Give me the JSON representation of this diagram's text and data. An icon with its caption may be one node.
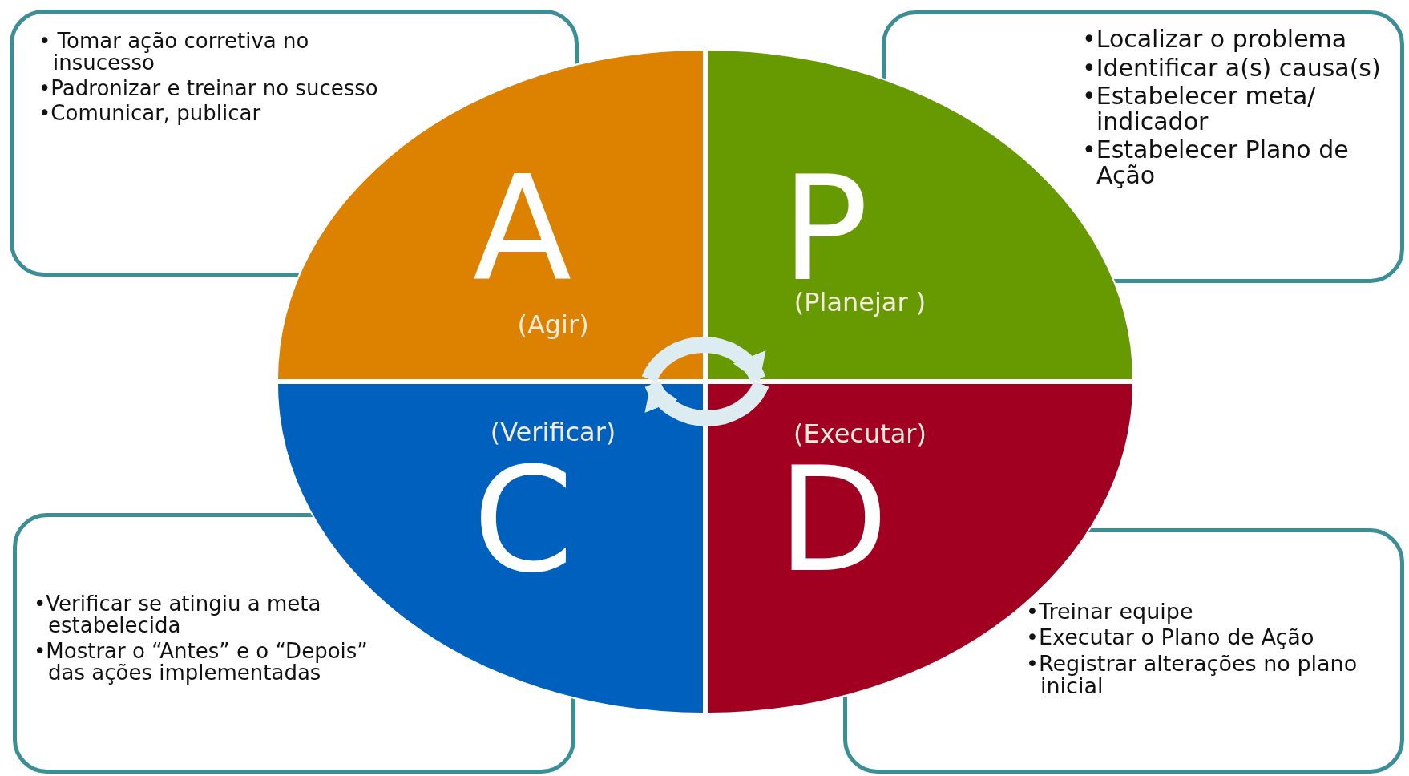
{
  "diagram": {
    "nodes": [
      {
        "text": [
          "A",
          "(Agir)"
        ]
      },
      {
        "text": [
          "P",
          "(Planejar )"
        ]
      },
      {
        "text": [
          "(Verificar)",
          "C"
        ]
      },
      {
        "text": [
          "(Executar)",
          "D"
        ]
      },
      {
        "text": [
          "• Tomar ação corretiva no insucesso",
          "•Padronizar e treinar no sucesso",
          "•Comunicar, publicar"
        ]
      },
      {
        "text": [
          "•Localizar o problema",
          "•Identificar a(s) causa(s)",
          "•Estabelecer meta/ indicador",
          "•Estabelecer Plano de Ação"
        ]
      },
      {
        "text": [
          "•Verificar se atingiu a meta estabelecida",
          "•Mostrar o  “Antes” e o “Depois” das ações implementadas"
        ]
      },
      {
        "text": [
          "•Treinar equipe",
          "•Executar o Plano de Ação",
          "•Registrar alterações no plano inicial"
        ]
      }
    ],
    "edges": [
      {
        "from": 0,
        "to": 1,
        "arrow": "to"
      },
      {
        "from": 3,
        "to": 2,
        "arrow": "to"
      }
    ]
  }
}
